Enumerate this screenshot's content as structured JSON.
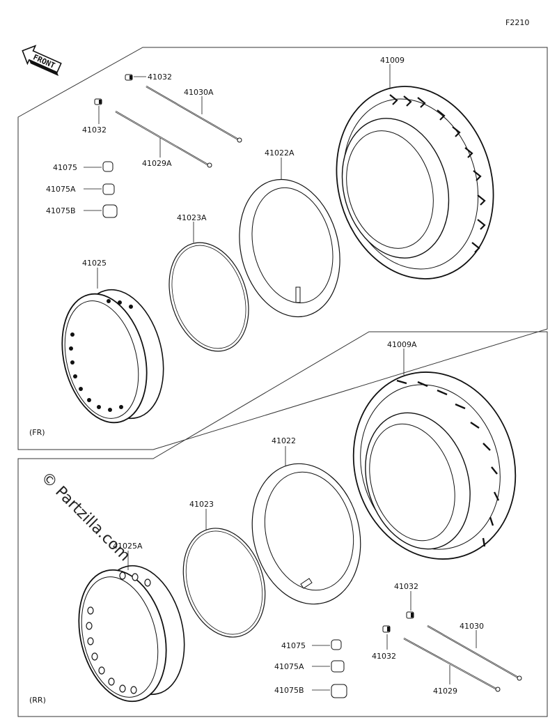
{
  "diagram_id": "F2210",
  "front_label": "FRONT",
  "watermark": "© Partzilla.com",
  "sections": {
    "front": {
      "tag": "(FR)"
    },
    "rear": {
      "tag": "(RR)"
    }
  },
  "parts": {
    "tire_front": "41009",
    "tire_rear": "41009A",
    "tube_front": "41022A",
    "tube_rear": "41022",
    "rimband_front": "41023A",
    "rimband_rear": "41023",
    "rim_front": "41025",
    "rim_rear": "41025A",
    "spoke_a": "41029",
    "spoke_front": "41029A",
    "spoke_b": "41030",
    "spoke_front_b": "41030A",
    "nipple": "41032",
    "cap": "41075",
    "cap_a": "41075A",
    "cap_b": "41075B"
  }
}
